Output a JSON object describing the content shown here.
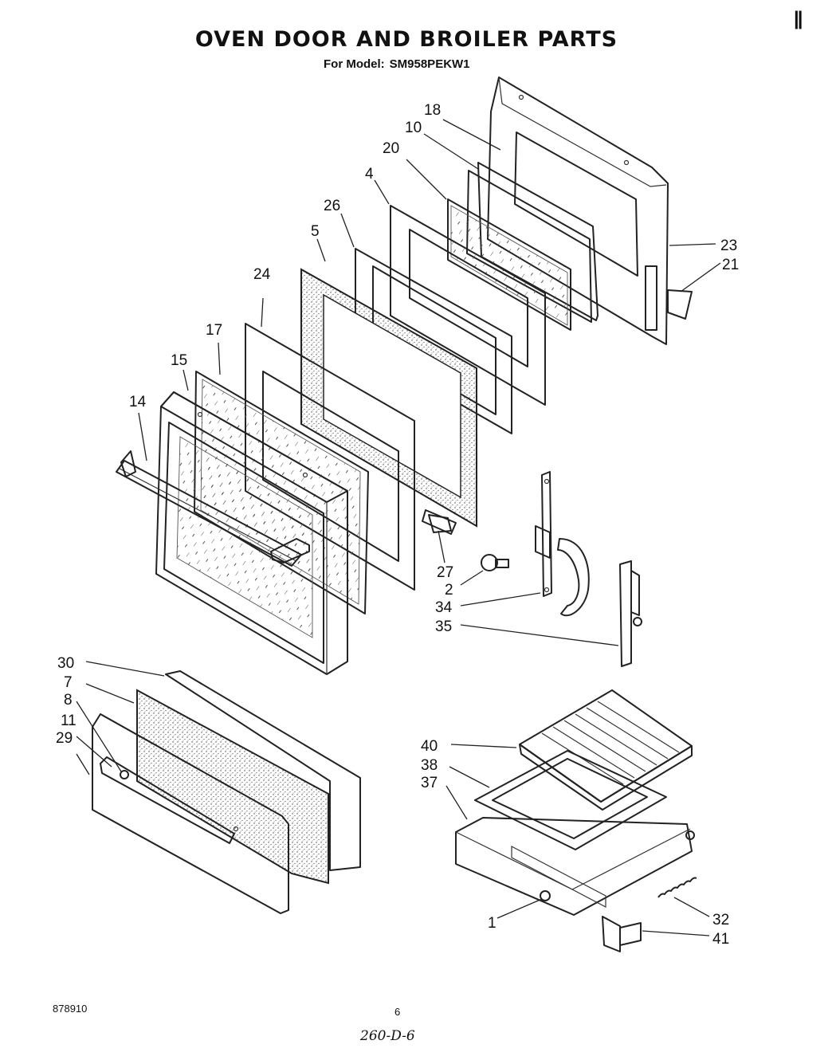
{
  "page": {
    "title": "OVEN DOOR AND BROILER PARTS",
    "subtitle_label": "For Model:",
    "model": "SM958PEKW1",
    "footer_code": "878910",
    "page_number": "6",
    "handwritten_note": "260-D-6",
    "corner_mark": "||"
  },
  "callouts": [
    "18",
    "10",
    "20",
    "4",
    "26",
    "5",
    "24",
    "17",
    "15",
    "14",
    "23",
    "21",
    "27",
    "2",
    "34",
    "35",
    "30",
    "7",
    "8",
    "11",
    "29",
    "40",
    "38",
    "37",
    "1",
    "32",
    "41"
  ]
}
